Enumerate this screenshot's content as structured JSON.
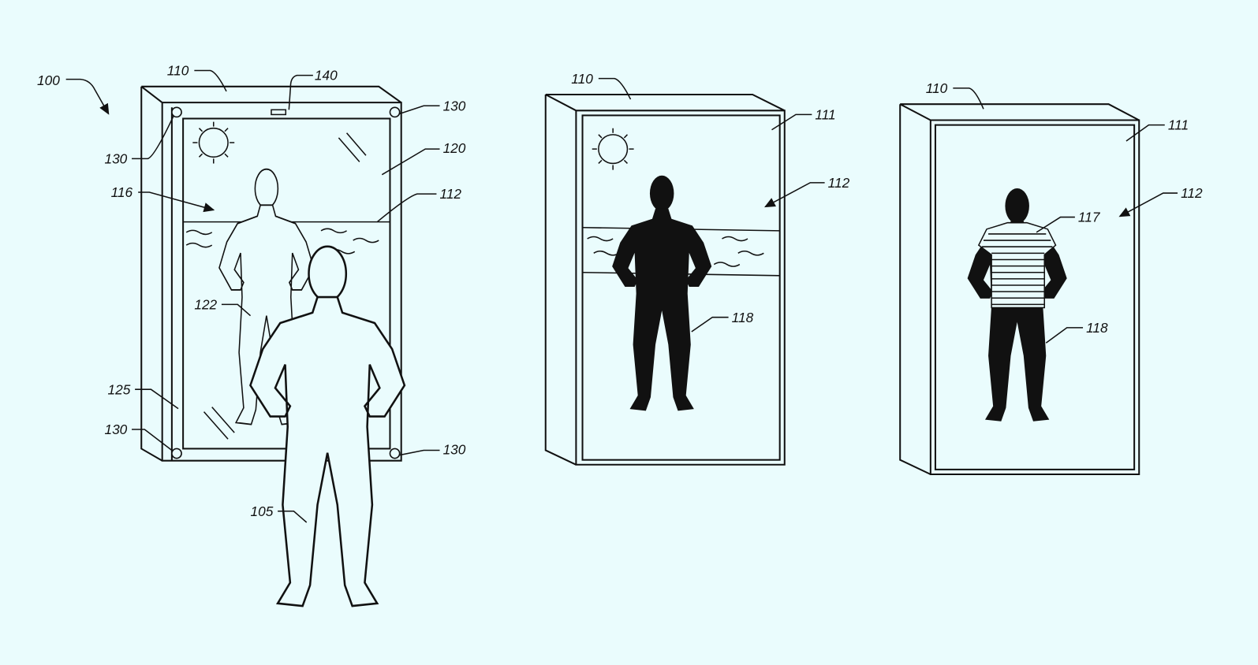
{
  "figure": {
    "system_ref": "100",
    "fig1": {
      "labels": {
        "frame": "110",
        "camera": "140",
        "sensor_tr": "130",
        "sensor_tl": "130",
        "mirror": "120",
        "reflection": "116",
        "display": "112",
        "reflected_user": "122",
        "frame_side": "125",
        "sensor_bl": "130",
        "sensor_br": "130",
        "user": "105"
      }
    },
    "fig2": {
      "labels": {
        "frame": "110",
        "screen": "111",
        "display": "112",
        "avatar": "118"
      }
    },
    "fig3": {
      "labels": {
        "frame": "110",
        "screen": "111",
        "display": "112",
        "garment": "117",
        "avatar": "118"
      }
    },
    "colors": {
      "background": "#eafcfd",
      "line": "#111111"
    }
  }
}
